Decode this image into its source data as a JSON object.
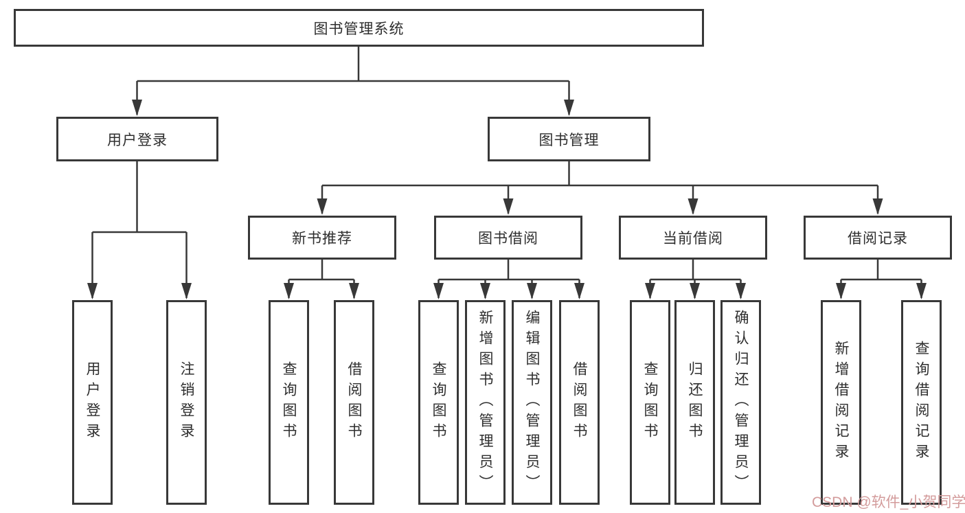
{
  "watermark": {
    "text": "CSDN @软件_小贺同学",
    "color": "#d39b9b"
  },
  "colors": {
    "line": "#383838",
    "box_border": "#383838",
    "box_fill": "#ffffff",
    "text": "#2e2e2e",
    "background": "#ffffff"
  },
  "nodes": {
    "root": "图书管理系统",
    "user_login": "用户登录",
    "book_management": "图书管理",
    "new_book_recommend": "新书推荐",
    "book_borrowing": "图书借阅",
    "current_borrowing": "当前借阅",
    "borrowing_records": "借阅记录",
    "leaf_user_login": "用户登录",
    "leaf_logout": "注销登录",
    "leaf_nbr_query_books": "查询图书",
    "leaf_nbr_borrow_books": "借阅图书",
    "leaf_bb_query_books": "查询图书",
    "leaf_bb_add_books": "新增图书（管理员）",
    "leaf_bb_edit_books": "编辑图书（管理员）",
    "leaf_bb_borrow_books": "借阅图书",
    "leaf_cb_query_books": "查询图书",
    "leaf_cb_return_books": "归还图书",
    "leaf_cb_confirm_return": "确认归还（管理员）",
    "leaf_br_add_record": "新增借阅记录",
    "leaf_br_query_record": "查询借阅记录"
  },
  "hierarchy": [
    {
      "parent": "图书管理系统",
      "children": [
        "用户登录",
        "图书管理"
      ]
    },
    {
      "parent": "用户登录",
      "children": [
        "用户登录",
        "注销登录"
      ]
    },
    {
      "parent": "图书管理",
      "children": [
        "新书推荐",
        "图书借阅",
        "当前借阅",
        "借阅记录"
      ]
    },
    {
      "parent": "新书推荐",
      "children": [
        "查询图书",
        "借阅图书"
      ]
    },
    {
      "parent": "图书借阅",
      "children": [
        "查询图书",
        "新增图书（管理员）",
        "编辑图书（管理员）",
        "借阅图书"
      ]
    },
    {
      "parent": "当前借阅",
      "children": [
        "查询图书",
        "归还图书",
        "确认归还（管理员）"
      ]
    },
    {
      "parent": "借阅记录",
      "children": [
        "新增借阅记录",
        "查询借阅记录"
      ]
    }
  ]
}
